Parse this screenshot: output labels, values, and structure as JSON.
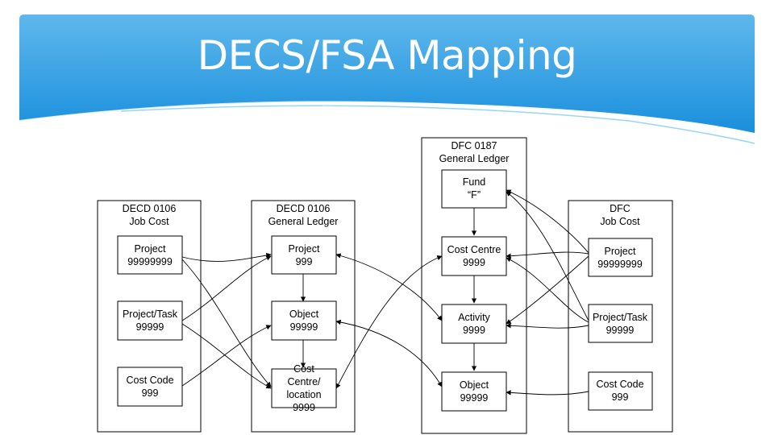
{
  "title": "DECS/FSA Mapping",
  "colors": {
    "band_top": "#5fb8ec",
    "band_bottom": "#1a8fdc",
    "swoosh": "#ffffff",
    "box_stroke": "#000000"
  },
  "groups": {
    "decd_jobcost": [
      "DECD 0106",
      "Job Cost"
    ],
    "decd_gl": [
      "DECD 0106",
      "General Ledger"
    ],
    "dfc_gl": [
      "DFC 0187",
      "General Ledger"
    ],
    "dfc_jobcost": [
      "DFC",
      "Job Cost"
    ]
  },
  "nodes": {
    "decd_project": [
      "Project",
      "99999999"
    ],
    "decd_project_task": [
      "Project/Task",
      "99999"
    ],
    "decd_cost_code": [
      "Cost Code",
      "999"
    ],
    "gl_project": [
      "Project",
      "999"
    ],
    "gl_object": [
      "Object",
      "99999"
    ],
    "gl_cost_centre": [
      "Cost",
      "Centre/",
      "location",
      "9999"
    ],
    "dfc_fund": [
      "Fund",
      "“F”"
    ],
    "dfc_cost_centre": [
      "Cost Centre",
      "9999"
    ],
    "dfc_activity": [
      "Activity",
      "9999"
    ],
    "dfc_object": [
      "Object",
      "99999"
    ],
    "dfcj_project": [
      "Project",
      "99999999"
    ],
    "dfcj_project_task": [
      "Project/Task",
      "99999"
    ],
    "dfcj_cost_code": [
      "Cost Code",
      "999"
    ]
  }
}
